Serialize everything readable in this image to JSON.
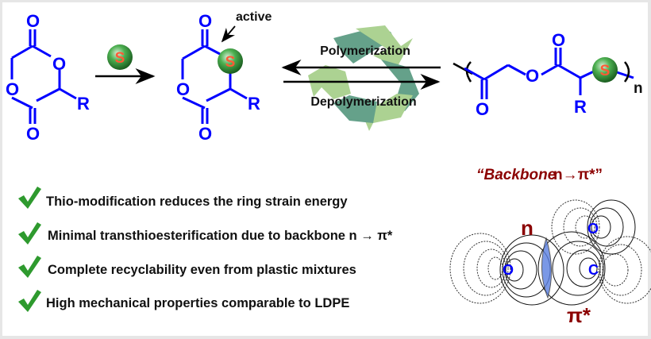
{
  "colors": {
    "bond": "#0000ff",
    "sulfur_sphere": "#2e7d32",
    "sulfur_letter": "#ff5a36",
    "check": "#2e9a2e",
    "backbone_label": "#8b0000",
    "overlap": "#5a7fe0",
    "recycle_dark": "#5d9c84",
    "recycle_light": "#a8d08d"
  },
  "reaction": {
    "monomer_atoms": {
      "o_top": "O",
      "o_ring": "O",
      "o_left": "O",
      "o_bottom": "O",
      "r": "R"
    },
    "reagent": {
      "icon": "sulfur-sphere",
      "letter": "S"
    },
    "thio_monomer": {
      "o_top": "O",
      "o_left": "O",
      "o_bottom": "O",
      "s": "S",
      "r": "R",
      "annotation": "active"
    },
    "forward_label": "Polymerization",
    "reverse_label": "Depolymerization",
    "recycle_icon": "recycle-icon",
    "polymer": {
      "o_carbonyl1": "O",
      "o_ester": "O",
      "o_carbonyl2": "O",
      "s": "S",
      "r": "R",
      "subscript": "n"
    }
  },
  "features": [
    {
      "icon": "checkmark",
      "text": "Thio-modification reduces the ring strain energy"
    },
    {
      "icon": "checkmark",
      "text": "Minimal transthioesterification due to backbone n → π*"
    },
    {
      "icon": "checkmark",
      "text": "Complete recyclability even from plastic mixtures"
    },
    {
      "icon": "checkmark",
      "text": "High mechanical properties comparable to LDPE"
    }
  ],
  "orbital": {
    "title_word": "“Backbone",
    "title_rest": "n→π*”",
    "n_label": "n",
    "pi_label": "π*",
    "donor_atom": "O",
    "acceptor_atom_c": "C",
    "acceptor_atom_o": "O"
  }
}
